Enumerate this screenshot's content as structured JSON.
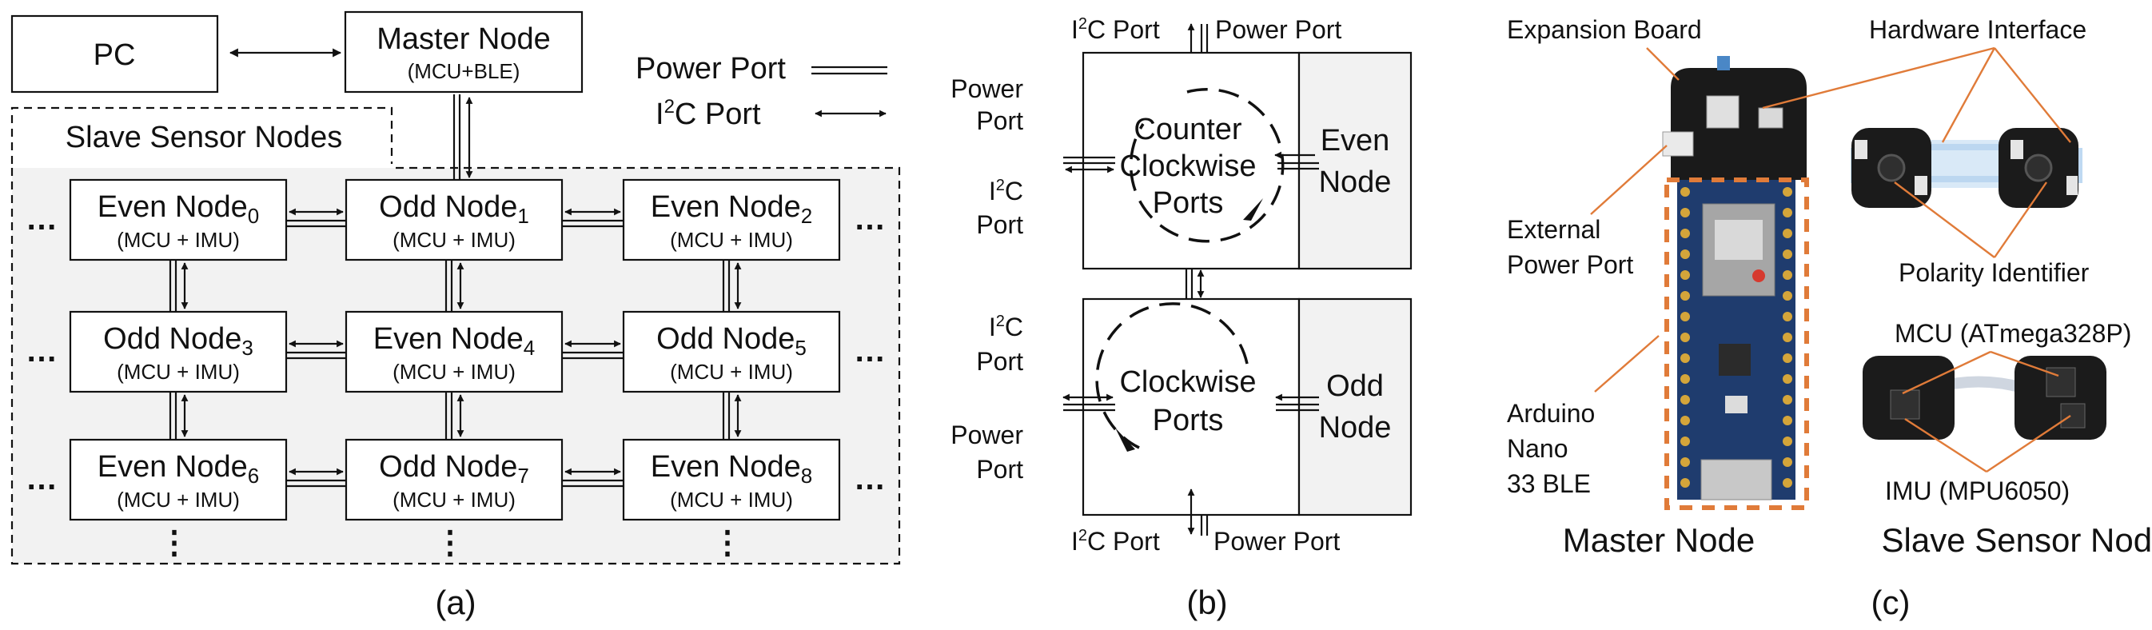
{
  "panel_a": {
    "pc": "PC",
    "master_title": "Master Node",
    "master_sub": "(MCU+BLE)",
    "slave_title": "Slave Sensor Nodes",
    "legend_power": "Power  Port",
    "legend_i2c": "I2C Port",
    "nodes": [
      {
        "name": "Even Node",
        "index": "0",
        "sub": "(MCU + IMU)"
      },
      {
        "name": "Odd Node",
        "index": "1",
        "sub": "(MCU +  IMU)"
      },
      {
        "name": "Even Node",
        "index": "2",
        "sub": "(MCU + IMU)"
      },
      {
        "name": "Odd Node",
        "index": "3",
        "sub": "(MCU + IMU)"
      },
      {
        "name": "Even Node",
        "index": "4",
        "sub": "(MCU + IMU)"
      },
      {
        "name": "Odd Node",
        "index": "5",
        "sub": "(MCU + IMU)"
      },
      {
        "name": "Even Node",
        "index": "6",
        "sub": "(MCU + IMU)"
      },
      {
        "name": "Odd Node",
        "index": "7",
        "sub": "(MCU + IMU)"
      },
      {
        "name": "Even Node",
        "index": "8",
        "sub": "(MCU + IMU)"
      }
    ],
    "ellipsis_h": "…",
    "ellipsis_v": "⋮",
    "caption": "(a)"
  },
  "panel_b": {
    "i2c_port": "I2C Port",
    "power_port": "Power Port",
    "power": "Power",
    "port": "Port",
    "i2c": "I2C",
    "counter": "Counter",
    "clockwise": "Clockwise",
    "ports": "Ports",
    "even": "Even",
    "odd": "Odd",
    "node": "Node",
    "caption": "(b)"
  },
  "panel_c": {
    "expansion_board": "Expansion Board",
    "hardware_interface": "Hardware Interface",
    "external": "External",
    "power_port": "Power Port",
    "polarity": "Polarity Identifier",
    "mcu": "MCU (ATmega328P)",
    "imu": "IMU (MPU6050)",
    "arduino_1": "Arduino",
    "arduino_2": "Nano",
    "arduino_3": "33 BLE",
    "master_node": "Master Node",
    "slave_nodes": "Slave Sensor Nodes",
    "caption": "(c)"
  }
}
